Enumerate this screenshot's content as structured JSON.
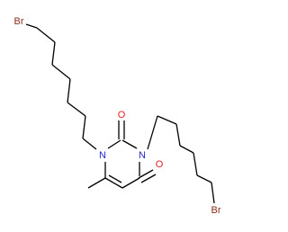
{
  "molecule": {
    "atoms": {
      "br_top": "Br",
      "n1": "N",
      "o2": "O",
      "n3": "N",
      "o4": "O",
      "br_bottom": "Br"
    },
    "colors": {
      "bromine": "#8b2b1c",
      "nitrogen": "#2323d3",
      "oxygen": "#e82020",
      "bond": "#000000"
    }
  }
}
